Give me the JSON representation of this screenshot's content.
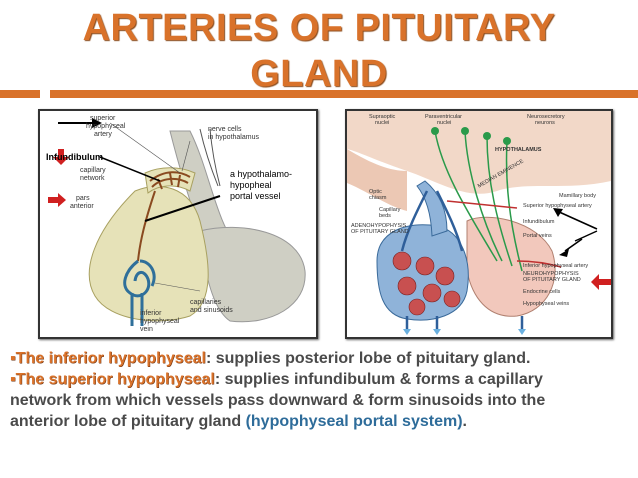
{
  "title": {
    "line1": "ARTERIES OF PITUITARY",
    "line2": "GLAND"
  },
  "left_figure": {
    "labels": {
      "superior": "superior",
      "hypophyseal": "hypophyseal",
      "artery": "artery",
      "nerve_cells": "nerve cells",
      "in_hypothalamus": "in hypothalamus",
      "infundibulum": "Infundibulum",
      "capillary": "capillary",
      "network": "network",
      "pars": "pars",
      "anterior": "anterior",
      "portal1": "a hypothalamo-",
      "portal2": "hypopheal",
      "portal3": "portal vessel",
      "capillaries": "capillaries",
      "and_sinusoids": "and sinusoids",
      "inferior": "inferior",
      "inf_hypophyseal": "hypophyseal",
      "vein": "vein"
    }
  },
  "right_figure": {
    "labels": {
      "supraoptic": "Supraoptic",
      "nuclei": "nuclei",
      "paraventricular": "Paraventricular",
      "paraventricular_nuclei": "nuclei",
      "neurosecretory": "Neurosecretory",
      "neurons": "neurons",
      "hypothalamus": "HYPOTHALAMUS",
      "median_eminence": "MEDIAN EMINENCE",
      "optic": "Optic",
      "chiasm": "chiasm",
      "mamillary": "Mamillary body",
      "capillary": "Capillary",
      "beds": "beds",
      "superior_artery": "Superior hypophyseal artery",
      "infundibulum": "Infundibulum",
      "adeno1": "ADENOHYPOPHYSIS",
      "adeno2": "OF PITUITARY GLAND",
      "portal_veins": "Portal veins",
      "inferior_artery": "Inferior hypophyseal artery",
      "neuro1": "NEUROHYPOPHYSIS",
      "neuro2": "OF PITUITARY GLAND",
      "endocrine": "Endocrine cells",
      "hypophyseal_veins": "Hypophyseal veins"
    }
  },
  "body": {
    "bullet": "▪",
    "p1_key": "The inferior hypophyseal",
    "p1_rest": ": supplies posterior lobe of pituitary gland.",
    "p2_key": "The superior hypophyseal",
    "p2_rest": ": supplies infundibulum & forms a capillary",
    "p2_line2": "network from which vessels pass downward & form sinusoids into the",
    "p2_line3": "anterior lobe of pituitary gland ",
    "p2_hl": "(hypophyseal portal system)",
    "p2_end": "."
  },
  "colors": {
    "title": "#d9722a",
    "highlight": "#2e6c9a",
    "arrow_red": "#d02020"
  }
}
